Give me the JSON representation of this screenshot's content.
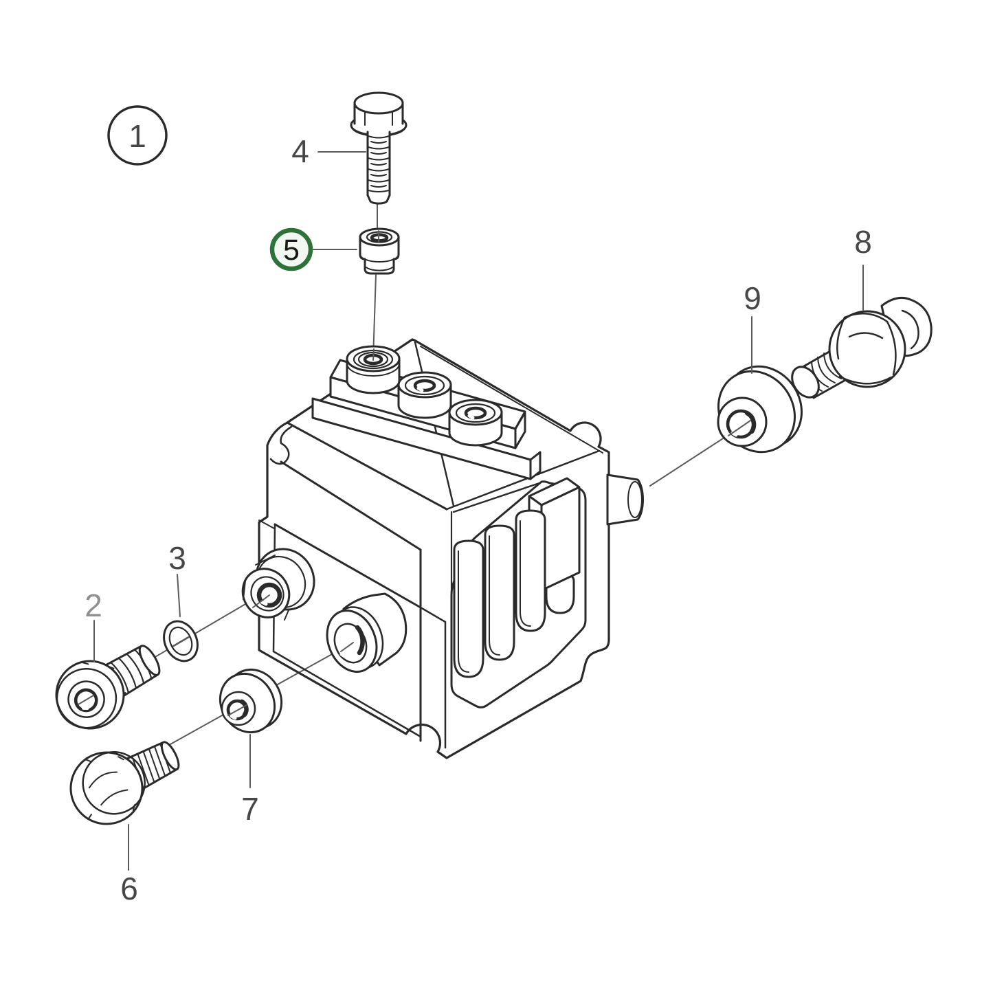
{
  "diagram": {
    "kind": "exploded-parts-diagram",
    "colors": {
      "bg": "#ffffff",
      "line": "#2a2a2a",
      "leader": "#5a5a5a",
      "label": "#474747",
      "muted": "#8f8f8f",
      "ring": "#2e7239",
      "ringfill": "#f2f8f1"
    },
    "callouts": [
      {
        "number": "1",
        "style": "circled",
        "highlighted": false
      },
      {
        "number": "2",
        "style": "plain",
        "highlighted": false,
        "muted": true
      },
      {
        "number": "3",
        "style": "plain",
        "highlighted": false
      },
      {
        "number": "4",
        "style": "plain",
        "highlighted": false
      },
      {
        "number": "5",
        "style": "circled",
        "highlighted": true
      },
      {
        "number": "6",
        "style": "plain",
        "highlighted": false
      },
      {
        "number": "7",
        "style": "plain",
        "highlighted": false
      },
      {
        "number": "8",
        "style": "plain",
        "highlighted": false
      },
      {
        "number": "9",
        "style": "plain",
        "highlighted": false
      }
    ]
  }
}
